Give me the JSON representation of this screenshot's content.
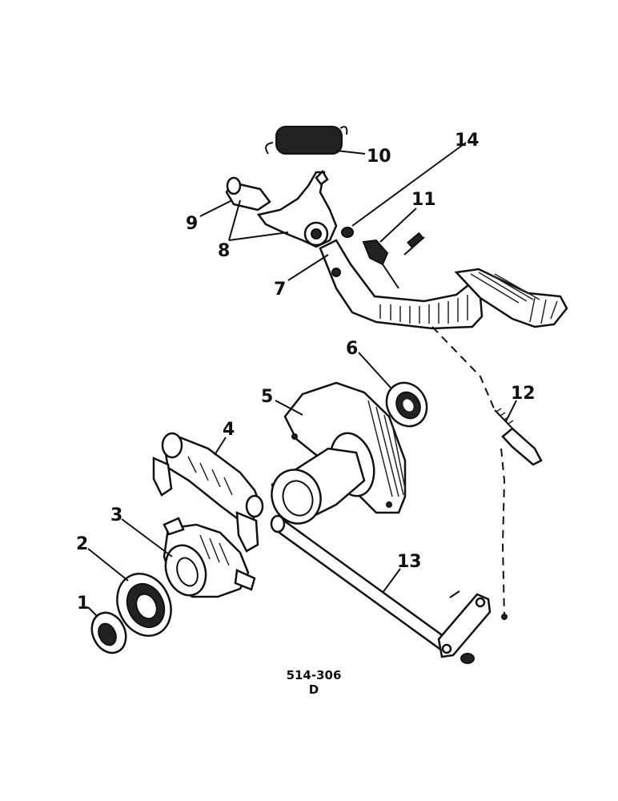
{
  "figure": {
    "ref_code": "514-306",
    "ref_suffix": "D"
  },
  "callouts": [
    {
      "id": "1",
      "label": "1"
    },
    {
      "id": "2",
      "label": "2"
    },
    {
      "id": "3",
      "label": "3"
    },
    {
      "id": "4",
      "label": "4"
    },
    {
      "id": "5",
      "label": "5"
    },
    {
      "id": "6",
      "label": "6"
    },
    {
      "id": "7",
      "label": "7"
    },
    {
      "id": "8",
      "label": "8"
    },
    {
      "id": "9",
      "label": "9"
    },
    {
      "id": "10",
      "label": "10"
    },
    {
      "id": "11",
      "label": "11"
    },
    {
      "id": "12",
      "label": "12"
    },
    {
      "id": "13",
      "label": "13"
    },
    {
      "id": "14",
      "label": "14"
    }
  ]
}
